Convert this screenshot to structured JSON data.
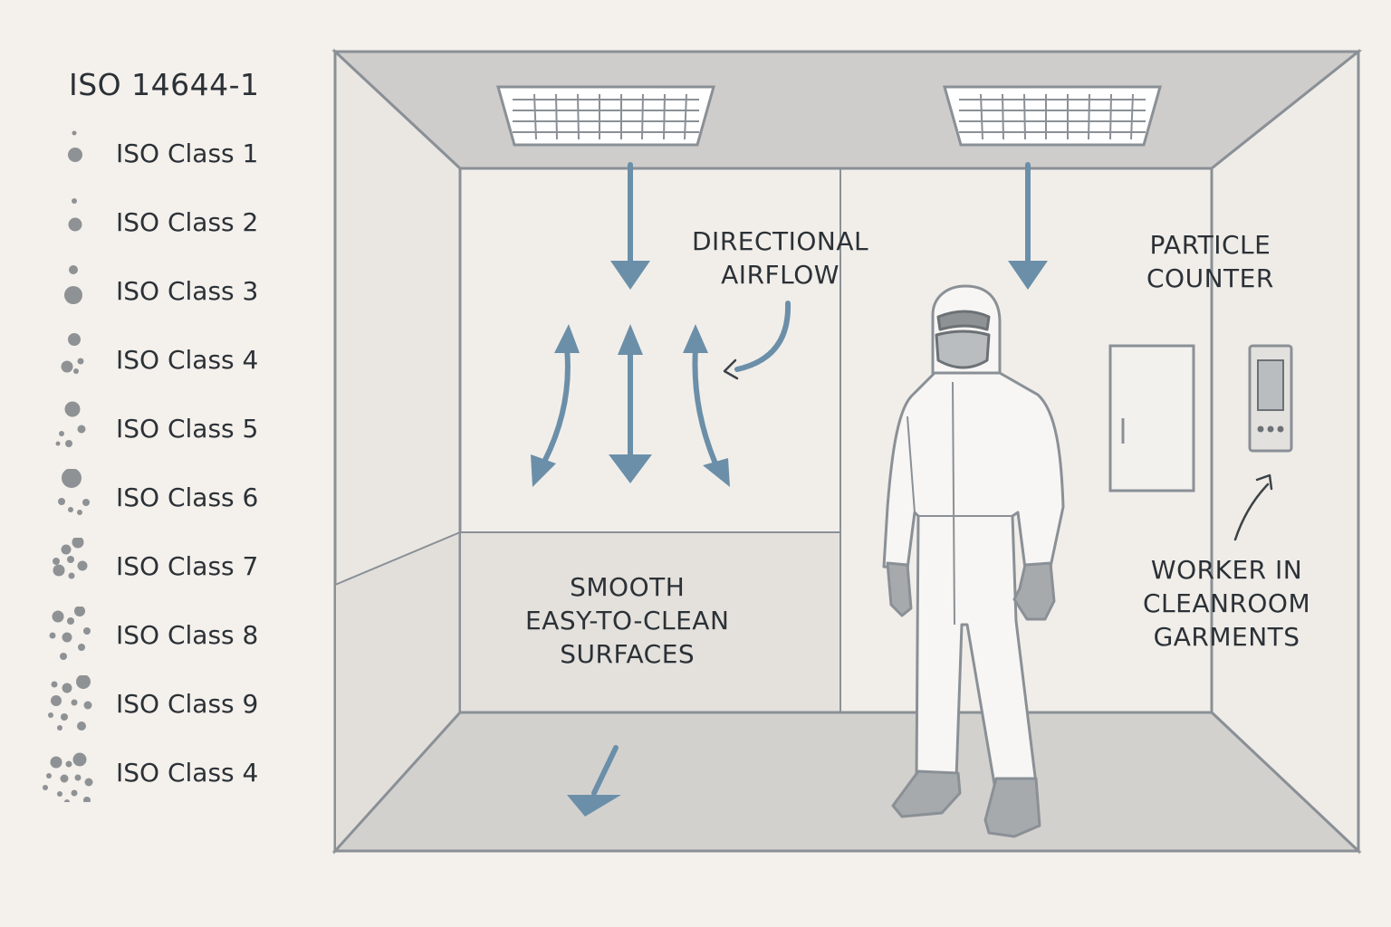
{
  "legend": {
    "title": "ISO 14644-1",
    "classes": [
      {
        "label": "ISO Class 1"
      },
      {
        "label": "ISO Class 2"
      },
      {
        "label": "ISO Class 3"
      },
      {
        "label": "ISO Class 4"
      },
      {
        "label": "ISO Class 5"
      },
      {
        "label": "ISO Class 6"
      },
      {
        "label": "ISO Class 7"
      },
      {
        "label": "ISO Class 8"
      },
      {
        "label": "ISO Class 9"
      },
      {
        "label": "ISO Class 4"
      }
    ]
  },
  "callouts": {
    "airflow": [
      "DIRECTIONAL",
      "AIRFLOW"
    ],
    "surfaces": [
      "SMOOTH",
      "EASY-TO-CLEAN",
      "SURFACES"
    ],
    "counter": [
      "PARTICLE",
      "COUNTER"
    ],
    "worker": [
      "WORKER IN",
      "CLEANROOM",
      "GARMENTS"
    ]
  },
  "colors": {
    "background": "#f4f0ec",
    "outline": "#8a9096",
    "airflow_arrow": "#6b8fa8",
    "particle": "#8e9294",
    "ceiling": "#cfcdcb",
    "floor": "#d3d1ce",
    "suit": "#f7f6f4",
    "glove": "#a6aaad",
    "text": "#2b3136"
  },
  "icons": [
    "hepa-filter-icon",
    "airflow-arrow-icon",
    "particle-counter-icon",
    "cabinet-icon",
    "cleanroom-worker-icon",
    "particle-dot-icon"
  ]
}
